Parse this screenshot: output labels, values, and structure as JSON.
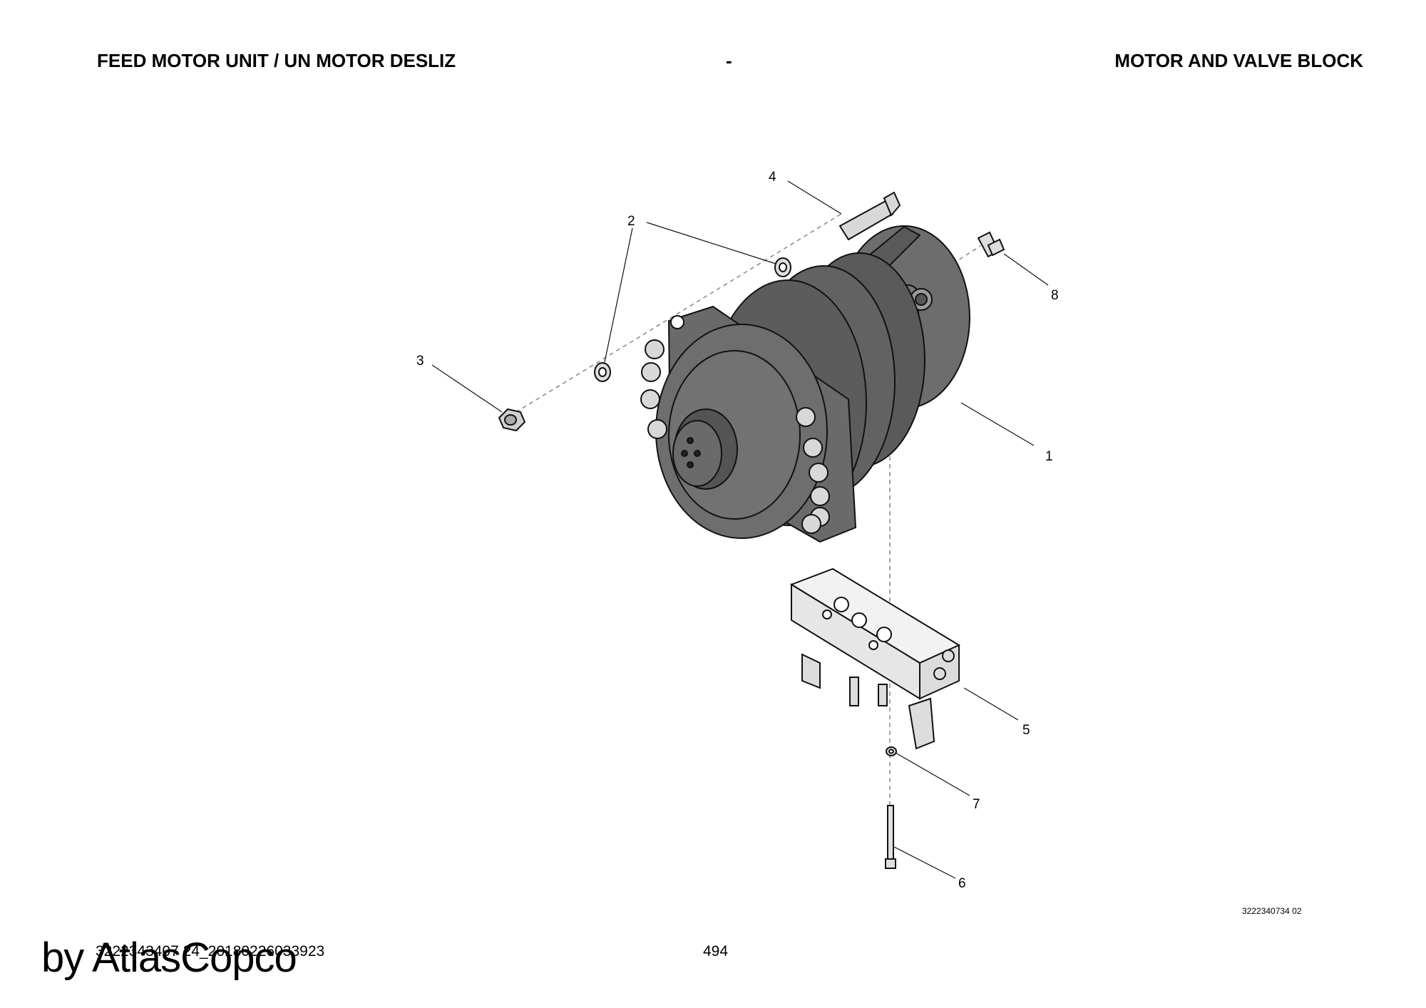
{
  "header": {
    "left_title": "FEED MOTOR UNIT / UN MOTOR DESLIZ",
    "center": "-",
    "right_title": "MOTOR AND VALVE BLOCK"
  },
  "callouts": [
    "1",
    "2",
    "3",
    "4",
    "5",
    "6",
    "7",
    "8"
  ],
  "footer": {
    "drawing_ref": "3222340734 02",
    "doc_id": "3222343407 24_20180226033923",
    "page_number": "494",
    "watermark": "by AtlasCopco"
  }
}
